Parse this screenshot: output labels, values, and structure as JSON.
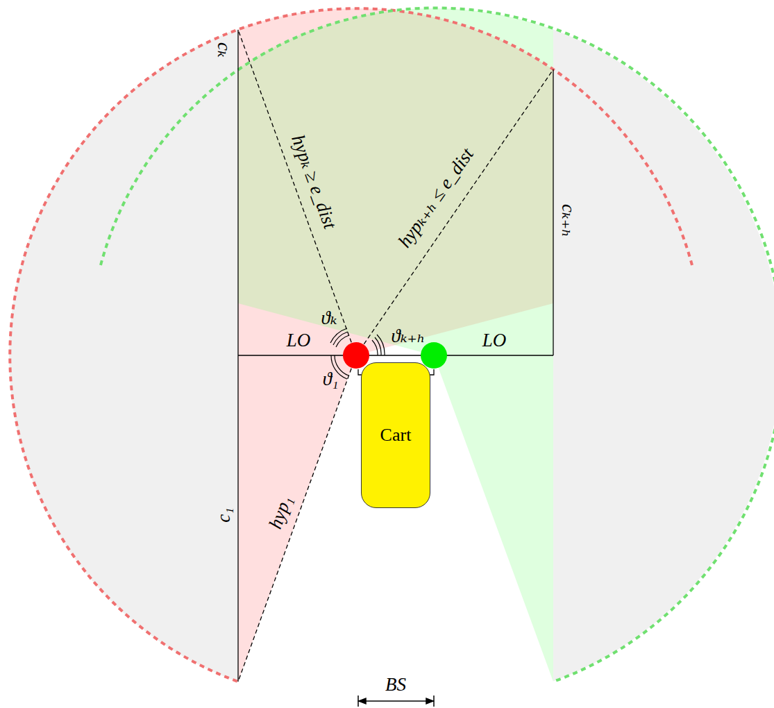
{
  "diagram": {
    "nodes": [
      {
        "text": [
          "Cart"
        ]
      }
    ],
    "labels": [
      "cₖ",
      "hypₖ ≥ e_dist",
      "hypₖ₊ₕ ≤ e_dist",
      "cₖ₊ₕ",
      "ϑₖ",
      "ϑₖ₊ₕ",
      "LO",
      "LO",
      "ϑ₁",
      "c₁",
      "hyp₁",
      "BS"
    ]
  }
}
